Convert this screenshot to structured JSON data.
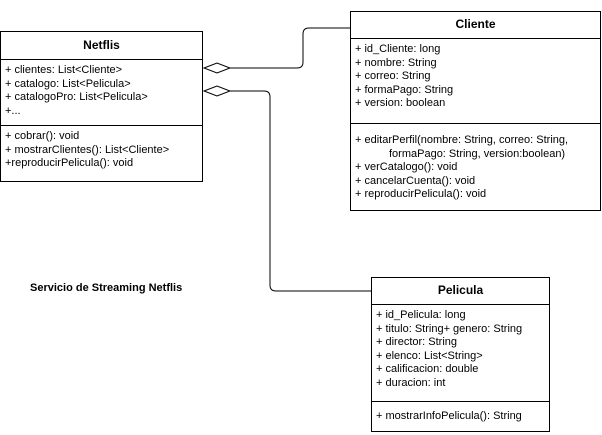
{
  "diagram": {
    "caption": "Servicio de Streaming Netflis",
    "classes": {
      "netflis": {
        "name": "Netflis",
        "attributes": [
          "+ clientes: List<Cliente>",
          "+ catalogo: List<Pelicula>",
          "+ catalogoPro: List<Pelicula>",
          "+..."
        ],
        "methods": [
          "+ cobrar(): void",
          "+ mostrarClientes(): List<Cliente>",
          "+reproducirPelicula(): void"
        ]
      },
      "cliente": {
        "name": "Cliente",
        "attributes": [
          "+ id_Cliente: long",
          "+ nombre: String",
          "+ correo: String",
          "+ formaPago: String",
          "+ version: boolean"
        ],
        "methods": [
          "+ editarPerfil(nombre: String, correo: String,",
          "formaPago: String, version:boolean)",
          "+ verCatalogo(): void",
          "+ cancelarCuenta(): void",
          "+ reproducirPelicula(): void"
        ]
      },
      "pelicula": {
        "name": "Pelicula",
        "attributes": [
          "+ id_Pelicula: long",
          "+ titulo: String+ genero: String",
          "+ director: String",
          "+ elenco: List<String>",
          "+ calificacion: double",
          "+ duracion: int"
        ],
        "methods": [
          "+ mostrarInfoPelicula(): String"
        ]
      }
    },
    "relations": [
      {
        "from": "netflis",
        "to": "cliente",
        "type": "aggregation"
      },
      {
        "from": "netflis",
        "to": "pelicula",
        "type": "aggregation"
      }
    ]
  }
}
